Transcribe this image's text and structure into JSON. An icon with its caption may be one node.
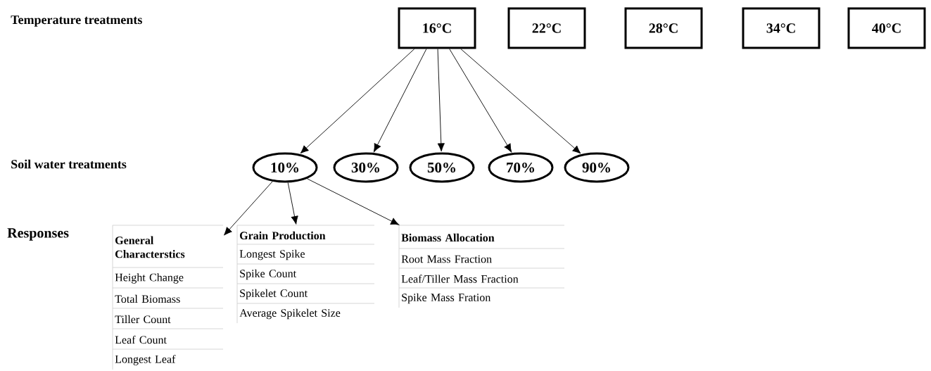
{
  "diagram": {
    "nodes": [
      {
        "text": [
          "16°C"
        ]
      },
      {
        "text": [
          "22°C"
        ]
      },
      {
        "text": [
          "28°C"
        ]
      },
      {
        "text": [
          "34°C"
        ]
      },
      {
        "text": [
          "40°C"
        ]
      },
      {
        "text": [
          "10%"
        ]
      },
      {
        "text": [
          "30%"
        ]
      },
      {
        "text": [
          "50%"
        ]
      },
      {
        "text": [
          "70%"
        ]
      },
      {
        "text": [
          "90%"
        ]
      },
      {
        "text": [
          "General Characterstics",
          "Height Change",
          "Total Biomass",
          "Tiller Count",
          "Leaf Count",
          "Longest Leaf"
        ]
      },
      {
        "text": [
          "Grain Production",
          "Longest Spike",
          "Spike Count",
          "Spikelet Count",
          "Average Spikelet Size"
        ]
      },
      {
        "text": [
          "Biomass Allocation",
          "Root Mass Fraction",
          "Leaf/Tiller Mass Fraction",
          "Spike Mass Fration"
        ]
      }
    ],
    "edges": [
      {
        "from": 0,
        "to": 5,
        "arrow": "to"
      },
      {
        "from": 0,
        "to": 6,
        "arrow": "to"
      },
      {
        "from": 0,
        "to": 7,
        "arrow": "to"
      },
      {
        "from": 0,
        "to": 8,
        "arrow": "to"
      },
      {
        "from": 0,
        "to": 9,
        "arrow": "to"
      },
      {
        "from": 5,
        "to": 10,
        "arrow": "to"
      },
      {
        "from": 5,
        "to": 11,
        "arrow": "to"
      },
      {
        "from": 5,
        "to": 12,
        "arrow": "to"
      }
    ],
    "labels": [
      "Temperature treatments",
      "Soil water treatments",
      "Responses"
    ]
  }
}
